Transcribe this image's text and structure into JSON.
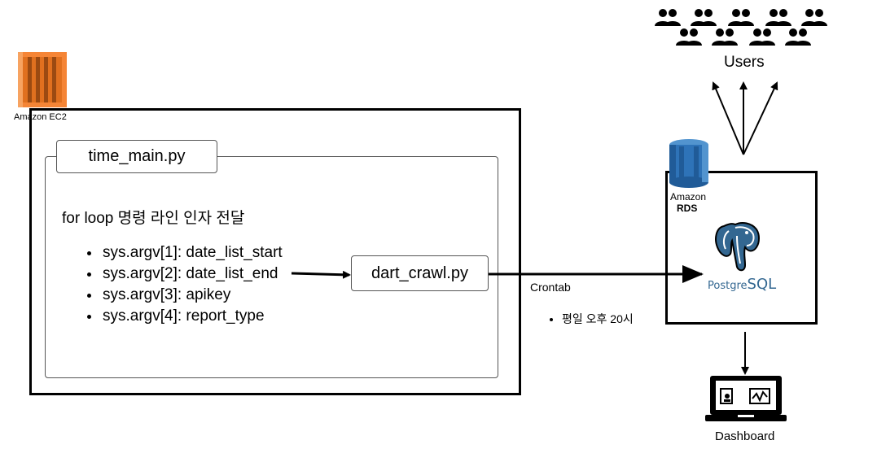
{
  "ec2": {
    "label": "Amazon EC2"
  },
  "time_main": {
    "title": "time_main.py",
    "heading": "for loop 명령 라인 인자 전달"
  },
  "args": [
    "sys.argv[1]: date_list_start",
    "sys.argv[2]: date_list_end",
    "sys.argv[3]: apikey",
    "sys.argv[4]: report_type"
  ],
  "dart_crawl": {
    "title": "dart_crawl.py"
  },
  "connector": {
    "label": "Crontab",
    "schedule": [
      "평일 오후 20시"
    ]
  },
  "rds": {
    "line1": "Amazon",
    "line2": "RDS",
    "db": "PostgreSQL",
    "db_part1": "Postgre",
    "db_part2": "SQL"
  },
  "users": {
    "label": "Users"
  },
  "dashboard": {
    "label": "Dashboard"
  },
  "colors": {
    "ec2_orange": "#F58536",
    "rds_blue": "#2E73B8",
    "postgres_blue": "#336791"
  },
  "icons": {
    "ec2": "amazon-ec2-icon",
    "rds": "amazon-rds-icon",
    "db": "postgresql-elephant-icon",
    "users": "users-group-icon",
    "dashboard": "dashboard-monitor-icon"
  }
}
